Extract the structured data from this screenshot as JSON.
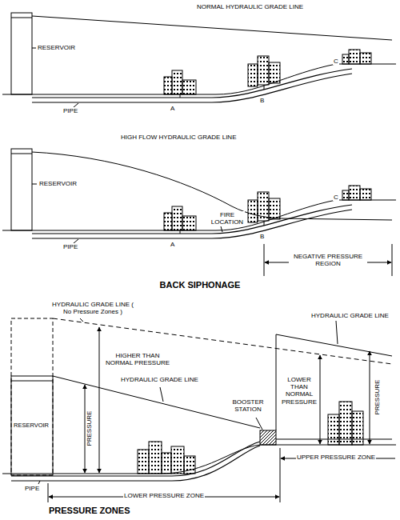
{
  "diagram": {
    "labels": [
      "NORMAL HYDRAULIC GRADE LINE",
      "RESERVOIR",
      "A",
      "B",
      "C",
      "PIPE",
      "HIGH FLOW HYDRAULIC GRADE LINE",
      "RESERVOIR",
      "FIRE LOCATION",
      "A",
      "B",
      "C",
      "PIPE",
      "NEGATIVE PRESSURE REGION",
      "BACK SIPHONAGE",
      "HYDRAULIC GRADE LINE ( No Pressure Zones )",
      "HIGHER THAN NORMAL PRESSURE",
      "PRESSURE",
      "HYDRAULIC GRADE LINE",
      "RESERVOIR",
      "BOOSTER STATION",
      "HYDRAULIC GRADE LINE",
      "LOWER THAN NORMAL PRESSURE",
      "PRESSURE",
      "PIPE",
      "UPPER PRESSURE ZONE",
      "LOWER PRESSURE ZONE",
      "PRESSURE ZONES"
    ]
  }
}
